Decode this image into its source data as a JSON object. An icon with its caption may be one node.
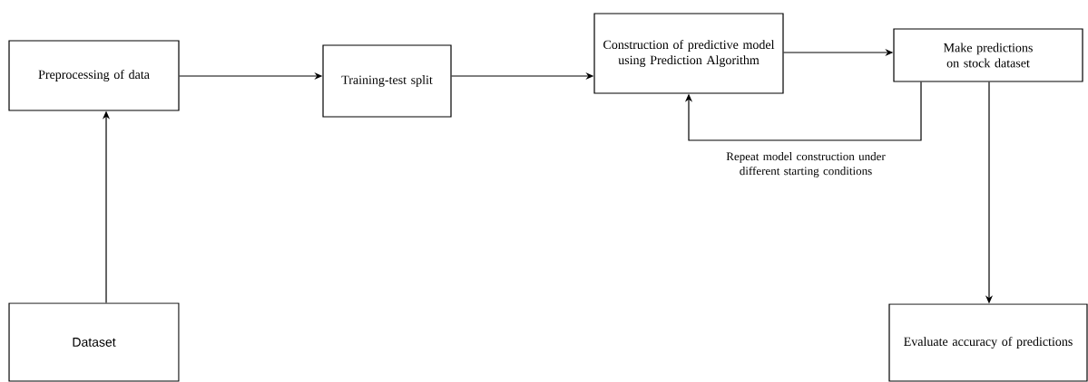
{
  "diagram": {
    "nodes": [
      {
        "text": [
          "Preprocessing of data"
        ]
      },
      {
        "text": [
          "Training-test split"
        ]
      },
      {
        "text": [
          "Construction of predictive model using Prediction Algorithm"
        ]
      },
      {
        "text": [
          "Make predictions on stock dataset"
        ]
      },
      {
        "text": [
          "Dataset"
        ]
      },
      {
        "text": [
          "Evaluate accuracy of predictions"
        ]
      }
    ],
    "edges": [
      {
        "from": 4,
        "to": 0,
        "arrow": "to"
      },
      {
        "from": 0,
        "to": 1,
        "arrow": "to"
      },
      {
        "from": 1,
        "to": 2,
        "arrow": "to"
      },
      {
        "from": 2,
        "to": 3,
        "arrow": "to"
      },
      {
        "from": 3,
        "to": 2,
        "arrow": "to",
        "label": "Repeat model construction under different starting conditions"
      },
      {
        "from": 3,
        "to": 5,
        "arrow": "to"
      }
    ]
  }
}
